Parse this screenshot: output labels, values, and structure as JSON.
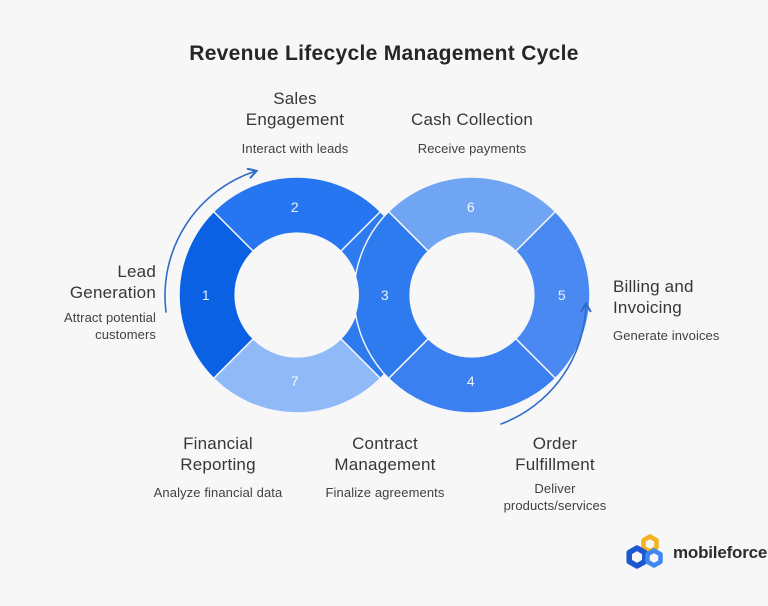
{
  "title": "Revenue Lifecycle Management Cycle",
  "background": "#f7f7f8",
  "diagram": {
    "type": "infinity-loop-cycle",
    "flow_direction": "clockwise-left-loop, counterclockwise-arrow-right-loop",
    "arrow_color": "#2f6cc8",
    "segments": [
      {
        "number": "1",
        "label": "Lead Generation",
        "desc": "Attract potential customers",
        "color": "#0b61e4"
      },
      {
        "number": "2",
        "label": "Sales Engagement",
        "desc": "Interact with leads",
        "color": "#2576f0"
      },
      {
        "number": "3",
        "label": "Contract Management",
        "desc": "Finalize agreements",
        "color": "#2e7bef"
      },
      {
        "number": "4",
        "label": "Order Fulfillment",
        "desc": "Deliver products/services",
        "color": "#3a80f0"
      },
      {
        "number": "5",
        "label": "Billing and Invoicing",
        "desc": "Generate invoices",
        "color": "#4a89f2"
      },
      {
        "number": "6",
        "label": "Cash Collection",
        "desc": "Receive payments",
        "color": "#70a5f4"
      },
      {
        "number": "7",
        "label": "Financial Reporting",
        "desc": "Analyze financial data",
        "color": "#8fbaf7"
      }
    ]
  },
  "logo": {
    "text": "mobileforce",
    "colors": {
      "yellow": "#f2b31f",
      "dark_blue": "#1b57cf",
      "blue": "#3f87f0"
    }
  }
}
